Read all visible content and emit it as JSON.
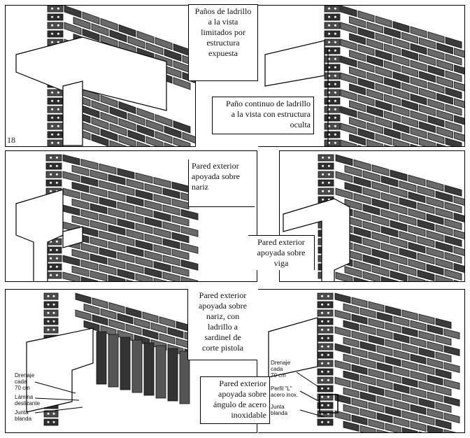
{
  "page_number": "18",
  "panels": [
    {
      "caption": "Paños de ladrillo a la vista limitados por estructura expuesta"
    },
    {
      "caption": "Paño continuo de ladrillo a la vista con estructura oculta"
    },
    {
      "caption": "Pared exterior apoyada sobre nariz"
    },
    {
      "caption": "Pared exterior apoyada sobre viga"
    },
    {
      "caption": "Pared exterior apoyada sobre nariz, con ladrillo a sardinel de corte pistola",
      "labels": [
        "Drenaje",
        "cada",
        "70 cm",
        "Lámina",
        "deslizante",
        "Junta",
        "blanda"
      ]
    },
    {
      "caption": "Pared exterior apoyada sobre ángulo de acero inoxidable",
      "labels": [
        "Drenaje",
        "cada",
        "70 cm",
        "Perfil \"L\"",
        "acero inox.",
        "Junta",
        "blanda"
      ]
    }
  ],
  "panel_lines": {
    "p1": [
      "Paños de ladrillo",
      "a la vista",
      "limitados por",
      "estructura",
      "expuesta"
    ],
    "p2": [
      "Paño continuo de ladrillo",
      "a la vista con estructura",
      "oculta"
    ],
    "p3": [
      "Pared exterior",
      "apoyada sobre",
      "nariz"
    ],
    "p4": [
      "Pared exterior",
      "apoyada sobre",
      "viga"
    ],
    "p5": [
      "Pared exterior",
      "apoyada sobre",
      "nariz, con",
      "ladrillo a",
      "sardinel de",
      "corte pistola"
    ],
    "p6": [
      "Pared exterior",
      "apoyada sobre",
      "ángulo de acero",
      "inoxidable"
    ]
  }
}
